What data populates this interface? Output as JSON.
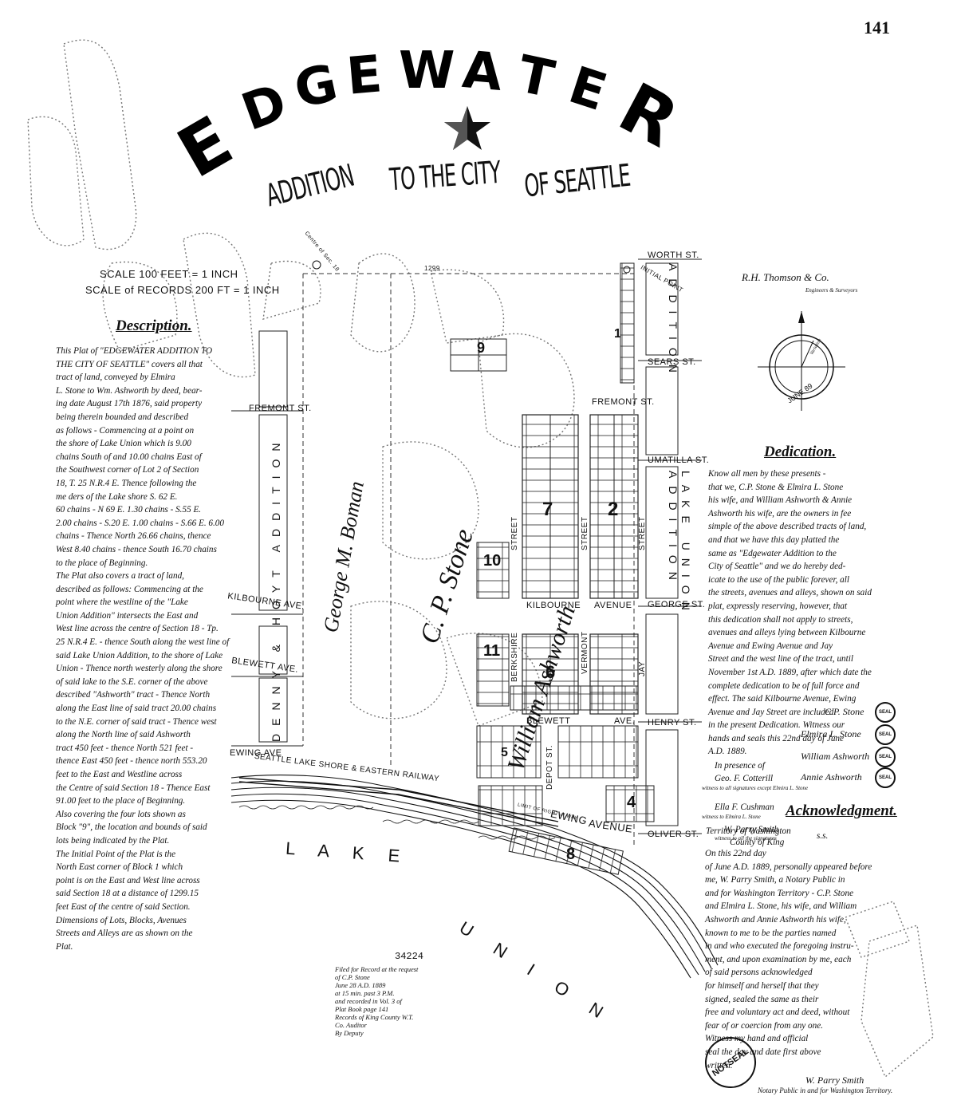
{
  "page_number": "141",
  "title": "EDGEWATER",
  "subtitle": [
    "ADDITION",
    "TO THE CITY",
    "OF SEATTLE"
  ],
  "scale": [
    "SCALE 100 FEET = 1 INCH",
    "SCALE of RECORDS 200 FT = 1 INCH"
  ],
  "surveyor": {
    "name": "R.H. Thomson & Co.",
    "role": "Engineers & Surveyors"
  },
  "compass": {
    "label": "JUNE 89",
    "needle_label": "Variation"
  },
  "streets": {
    "worth": "WORTH ST.",
    "sears": "SEARS ST.",
    "fremont_right": "FREMONT ST.",
    "fremont_left": "FREMONT ST.",
    "umatilla": "UMATILLA ST.",
    "george": "GEORGE ST.",
    "henry": "HENRY ST.",
    "oliver": "OLIVER ST.",
    "kilbourne_left": "KILBOURNE AVE.",
    "kilbourne_mid": "KILBOURNE",
    "avenue_mid": "AVENUE",
    "blewett_left": "BLEWETT AVE.",
    "blewett_mid": "BLEWETT",
    "blewett_ave": "AVE.",
    "ewing_left": "EWING AVE",
    "ewing": "EWING",
    "ewing_avenue": "AVENUE",
    "berkshire": "BERKSHIRE",
    "vermont": "VERMONT",
    "jay": "JAY",
    "depot": "DEPOT ST.",
    "street1": "STREET",
    "street2": "STREET",
    "street3": "STREET",
    "railway": "SEATTLE LAKE SHORE & EASTERN RAILWAY",
    "limit": "LIMIT OF RIGHT of WAY",
    "initial_point": "INITIAL POINT",
    "centre_sec": "Centre of Sec. 18"
  },
  "additions": {
    "right": "LAKE UNION ADDITION",
    "left": "DENNY & HOYT ADDITION",
    "right_top": "ADDITION"
  },
  "owners": {
    "boman": "George M. Boman",
    "stone": "C. P. Stone",
    "ashworth": "William Ashworth"
  },
  "lake": [
    "L A K E",
    "U N I O N"
  ],
  "blocks": [
    "9",
    "10",
    "11",
    "7",
    "2",
    "6",
    "1",
    "4",
    "5",
    "8"
  ],
  "dimension_top": "1299",
  "description": {
    "heading": "Description.",
    "lines": [
      "This Plat of \"EDGEWATER ADDITION TO",
      "THE CITY OF SEATTLE\" covers all that",
      "tract of land, conveyed by Elmira",
      "L. Stone to Wm. Ashworth by deed, bear-",
      "ing date August 17th 1876, said property",
      "being therein bounded and described",
      "as follows - Commencing at a point on",
      "the shore of Lake Union which is 9.00",
      "chains South of and 10.00 chains East of",
      "the Southwest corner of Lot 2 of Section",
      "18, T. 25 N.R.4 E. Thence following the",
      "me ders of the Lake shore S. 62 E.",
      "60 chains - N 69 E. 1.30 chains - S.55 E.",
      "2.00 chains - S.20 E. 1.00 chains - S.66 E. 6.00",
      "chains - Thence North 26.66 chains, thence",
      "West 8.40 chains - thence South 16.70 chains",
      "to the place of Beginning.",
      "The Plat also covers a tract of land,",
      "described as follows: Commencing at the",
      "point where the westline of the \"Lake",
      "Union Addition\" intersects the East and",
      "West line across the centre of Section 18 - Tp.",
      "25 N.R.4 E. - thence South along the west line of",
      "said Lake Union Addition, to the shore of Lake",
      "Union - Thence north westerly along the shore",
      "of said lake to the S.E. corner of the above",
      "described \"Ashworth\" tract - Thence North",
      "along the East line of said tract 20.00 chains",
      "to the N.E. corner of said tract - Thence west",
      "along the North line of said Ashworth",
      "tract 450 feet - thence North 521 feet -",
      "thence East 450 feet - thence north 553.20",
      "feet to the East and Westline across",
      "the Centre of said Section 18 - Thence East",
      "91.00 feet to the place of Beginning.",
      "Also covering the four lots shown as",
      "Block \"9\", the location and bounds of said",
      "lots being indicated by the Plat.",
      "The Initial Point of the Plat is the",
      "North East corner of Block 1 which",
      "point is on the East and West line across",
      "said Section 18 at a distance of 1299.15",
      "feet East of the centre of said Section.",
      "Dimensions of Lots, Blocks, Avenues",
      "Streets and Alleys are as shown on the",
      "Plat."
    ]
  },
  "dedication": {
    "heading": "Dedication.",
    "lines": [
      "Know all men by these presents -",
      "that we, C.P. Stone & Elmira L. Stone",
      "his wife, and William Ashworth & Annie",
      "Ashworth his wife, are the owners in fee",
      "simple of the above described tracts of land,",
      "and that we have this day platted the",
      "same as \"Edgewater Addition to the",
      "City of Seattle\" and we do hereby ded-",
      "icate to the use of the public forever, all",
      "the streets, avenues and alleys, shown on said",
      "plat, expressly reserving, however, that",
      "this dedication shall not apply to streets,",
      "avenues and alleys lying between Kilbourne",
      "Avenue and Ewing Avenue and Jay",
      "Street and the west line of the tract, until",
      "November 1st A.D. 1889, after which date the",
      "complete dedication to be of full force and",
      "effect. The said Kilbourne Avenue, Ewing",
      "Avenue and Jay Street are included",
      "in the present Dedication. Witness our",
      "hands and seals this 22nd day of June",
      "A.D. 1889."
    ],
    "presence": "In presence of",
    "witness1": "Geo. F. Cotterill",
    "witness1_note": "witness to all signatures except Elmira L. Stone",
    "witness2": "Ella F. Cushman",
    "witness2_note": "witness to Elmira L. Stone",
    "witness3": "W. Parry Smith",
    "witness3_note": "witness to all the signatures",
    "signatures": [
      "C.P. Stone",
      "Elmira L. Stone",
      "William Ashworth",
      "Annie Ashworth"
    ],
    "seal": "SEAL"
  },
  "acknowledgment": {
    "heading": "Acknowledgment.",
    "territory": "Territory of Washington",
    "county": "County of King",
    "ss": "s.s.",
    "lines": [
      "On this 22nd day",
      "of June A.D. 1889, personally appeared before",
      "me, W. Parry Smith, a Notary Public in",
      "and for Washington Territory - C.P. Stone",
      "and Elmira L. Stone, his wife, and William",
      "Ashworth and Annie Ashworth his wife,",
      "known to me to be the parties named",
      "in and who executed the foregoing instru-",
      "ment, and upon examination by me, each",
      "of said persons acknowledged",
      "for himself and herself that they",
      "signed, sealed the same as their",
      "free and voluntary act and deed, without",
      "fear of or coercion from any one.",
      "Witness my hand and official",
      "seal the day and date first above",
      "written."
    ],
    "signer": "W. Parry Smith",
    "signer_title": "Notary Public in and for Washington Territory.",
    "notseal": "NOTSEAL"
  },
  "filing": {
    "number": "34224",
    "lines": [
      "Filed for Record at the request",
      "of C.P. Stone",
      "June 28 A.D. 1889",
      "at 15 min. past 3 P.M.",
      "and recorded in Vol. 3 of",
      "Plat Book page 141",
      "Records of King County W.T.",
      "Co. Auditor",
      "By              Deputy"
    ]
  }
}
